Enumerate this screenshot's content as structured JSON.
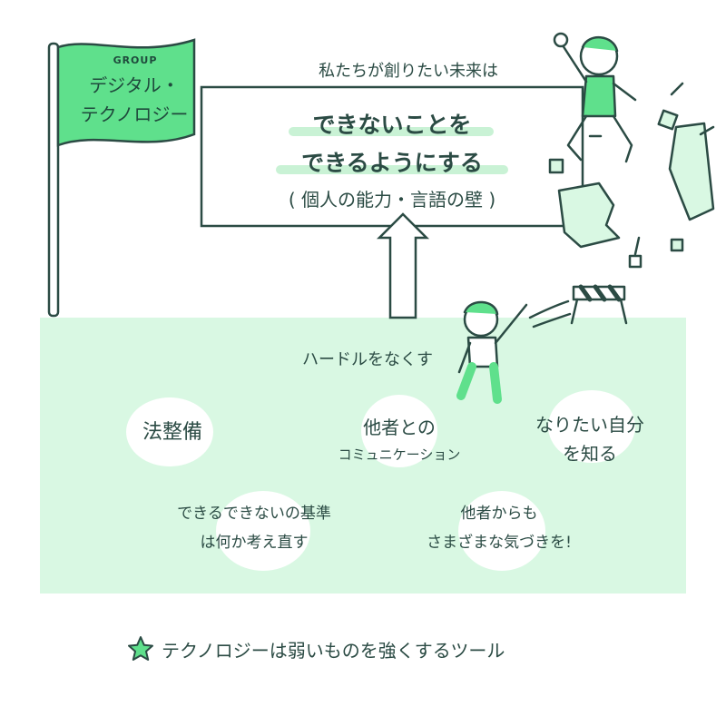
{
  "flag": {
    "group_label": "GROUP",
    "name_line1": "デジタル・",
    "name_line2": "テクノロジー"
  },
  "future": {
    "caption": "私たちが創りたい未来は",
    "main_line1": "できないことを",
    "main_line2": "できるようにする",
    "sub": "( 個人の能力・言語の壁 )"
  },
  "hurdles": {
    "title": "ハードルをなくす",
    "items": {
      "legal": "法整備",
      "communication_line1": "他者との",
      "communication_line2": "コミュニケーション",
      "self_line1": "なりたい自分",
      "self_line2": "を知る",
      "criteria_line1": "できるできないの基準",
      "criteria_line2": "は何か考え直す",
      "notice_line1": "他者からも",
      "notice_line2": "さまざまな気づきを!"
    }
  },
  "footer": {
    "text": "テクノロジーは弱いものを強くするツール"
  },
  "colors": {
    "green": "#5fe08c",
    "mint": "#d9f8e3",
    "ink": "#2b4b44",
    "light_green": "#c9f2d5"
  }
}
